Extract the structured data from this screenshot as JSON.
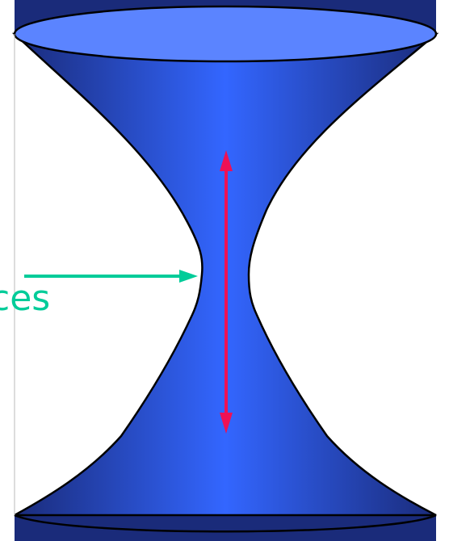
{
  "figure": {
    "label": "ces",
    "colors": {
      "surface_center": "#3366ff",
      "surface_edge": "#1a2b7a",
      "top_cap": "#5b84ff",
      "outline": "#000000",
      "label_arrow": "#00cc99",
      "double_arrow": "#ee1155",
      "left_guide_line": "#bbbbbb",
      "background": "#ffffff"
    },
    "icons": {
      "label_arrow": "right-arrow",
      "double_arrow": "up-down-arrow"
    }
  }
}
